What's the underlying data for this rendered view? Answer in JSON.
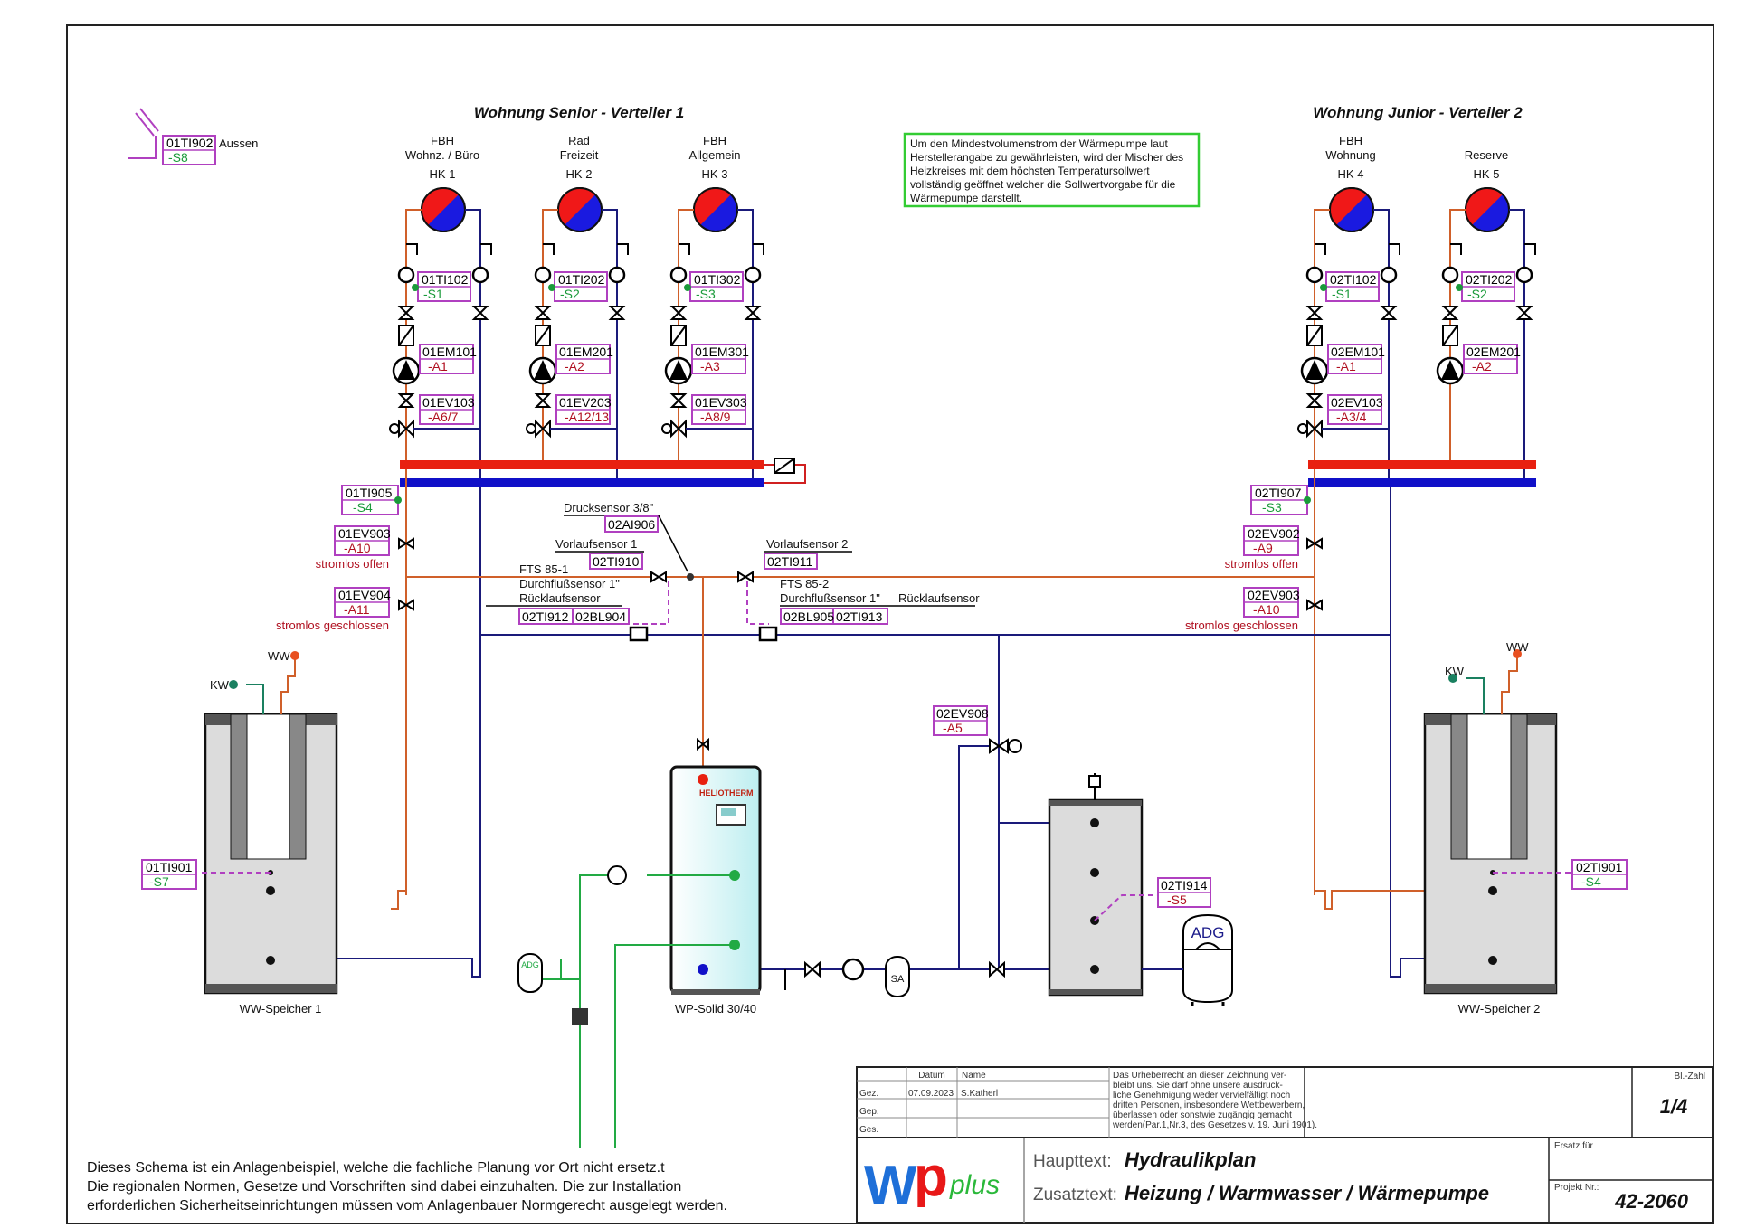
{
  "title_block": {
    "header_datum": "Datum",
    "header_name": "Name",
    "rows": [
      {
        "label": "Gez.",
        "datum": "07.09.2023",
        "name": "S.Katherl"
      },
      {
        "label": "Gep.",
        "datum": "",
        "name": ""
      },
      {
        "label": "Ges.",
        "datum": "",
        "name": ""
      }
    ],
    "copyright_lines": [
      "Das Urheberrecht an dieser Zeichnung ver-",
      "bleibt uns. Sie darf ohne unsere ausdrück-",
      "liche Genehmigung weder vervielfältigt noch",
      "dritten Personen, insbesondere Wettbewerbern,",
      "überlassen oder sonstwie zugängig gemacht",
      "werden(Par.1,Nr.3, des Gesetzes v. 19. Juni 1901)."
    ],
    "sheet_label": "Bl.-Zahl",
    "sheet_value": "1/4",
    "haupttext_label": "Haupttext:",
    "haupttext_value": "Hydraulikplan",
    "zusatztext_label": "Zusatztext:",
    "zusatztext_value": "Heizung / Warmwasser / Wärmepumpe",
    "ersatz_label": "Ersatz für",
    "projekt_label": "Projekt Nr.:",
    "projekt_value": "42-2060",
    "logo": {
      "w": "W",
      "p": "p",
      "plus": "plus",
      "colors": {
        "w": "#1e6fd8",
        "p": "#e81818",
        "plus": "#2ab83a"
      }
    }
  },
  "sections": {
    "senior_title": "Wohnung Senior - Verteiler 1",
    "junior_title": "Wohnung Junior - Verteiler 2"
  },
  "outdoor_sensor": {
    "id": "01TI902",
    "signal": "-S8",
    "label": "Aussen"
  },
  "note_box": [
    "Um den Mindestvolumenstrom der Wärmepumpe laut",
    "Herstellerangabe zu gewährleisten, wird der Mischer des",
    "Heizkreises mit dem höchsten Temperatursollwert",
    "vollständig geöffnet welcher die Sollwertvorgabe für die",
    "Wärmepumpe darstellt."
  ],
  "circuits": [
    {
      "line1": "FBH",
      "line2": "Wohnz. / Büro",
      "hk": "HK 1",
      "ti": "01TI102",
      "s": "-S1",
      "em": "01EM101",
      "a": "-A1",
      "ev": "01EV103",
      "eva": "-A6/7",
      "mixer": true
    },
    {
      "line1": "Rad",
      "line2": "Freizeit",
      "hk": "HK 2",
      "ti": "01TI202",
      "s": "-S2",
      "em": "01EM201",
      "a": "-A2",
      "ev": "01EV203",
      "eva": "-A12/13",
      "mixer": true
    },
    {
      "line1": "FBH",
      "line2": "Allgemein",
      "hk": "HK 3",
      "ti": "01TI302",
      "s": "-S3",
      "em": "01EM301",
      "a": "-A3",
      "ev": "01EV303",
      "eva": "-A8/9",
      "mixer": true
    },
    {
      "line1": "FBH",
      "line2": "Wohnung",
      "hk": "HK 4",
      "ti": "02TI102",
      "s": "-S1",
      "em": "02EM101",
      "a": "-A1",
      "ev": "02EV103",
      "eva": "-A3/4",
      "mixer": true
    },
    {
      "line1": "",
      "line2": "Reserve",
      "hk": "HK 5",
      "ti": "02TI202",
      "s": "-S2",
      "em": "02EM201",
      "a": "-A2",
      "ev": "",
      "eva": "",
      "mixer": false
    }
  ],
  "left_valves": [
    {
      "id": "01TI905",
      "sig": "-S4",
      "kind": "sensor"
    },
    {
      "id": "01EV903",
      "sig": "-A10",
      "note": "stromlos offen"
    },
    {
      "id": "01EV904",
      "sig": "-A11",
      "note": "stromlos geschlossen"
    }
  ],
  "right_valves": [
    {
      "id": "02TI907",
      "sig": "-S3",
      "kind": "sensor"
    },
    {
      "id": "02EV902",
      "sig": "-A9",
      "note": "stromlos offen"
    },
    {
      "id": "02EV903",
      "sig": "-A10",
      "note": "stromlos geschlossen"
    }
  ],
  "center_sensors": {
    "druck_label": "Drucksensor 3/8\"",
    "druck_id": "02AI906",
    "vl1_label": "Vorlaufsensor 1",
    "vl1_id": "02TI910",
    "vl2_label": "Vorlaufsensor 2",
    "vl2_id": "02TI911",
    "fts1_l1": "FTS 85-1",
    "fts1_l2": "Durchflußsensor 1\"",
    "fts1_l3": "Rücklaufsensor",
    "fts1_ids": [
      "02TI912",
      "02BL904"
    ],
    "fts2_l1": "FTS 85-2",
    "fts2_l2": "Durchflußsensor 1\"",
    "fts2_l3": "Rücklaufsensor",
    "fts2_ids": [
      "02BL905",
      "02TI913"
    ]
  },
  "storage_left": {
    "caption": "WW-Speicher 1",
    "id": "01TI901",
    "sig": "-S7",
    "kw": "KW",
    "ww": "WW"
  },
  "storage_right": {
    "caption": "WW-Speicher 2",
    "id": "02TI901",
    "sig": "-S4",
    "kw": "KW",
    "ww": "WW"
  },
  "heatpump": {
    "caption": "WP-Solid 30/40",
    "brand": "HELIOTHERM"
  },
  "buffer": {
    "id": "02TI914",
    "sig": "-S5",
    "adg": "ADG",
    "valve_id": "02EV908",
    "valve_sig": "-A5"
  },
  "small_components": {
    "sa": "SA",
    "adg_small": "ADG"
  },
  "disclaimer": [
    "Dieses Schema ist ein Anlagenbeispiel, welche die fachliche Planung vor Ort nicht ersetz.t",
    "Die regionalen Normen, Gesetze und Vorschriften sind dabei einzuhalten. Die zur Installation",
    "erforderlichen Sicherheitseinrichtungen müssen vom Anlagenbauer Normgerecht ausgelegt werden."
  ],
  "colors": {
    "supply": "#e02010",
    "return": "#1010c0",
    "supply_line": "#d0602a",
    "return_line": "#1a1a7a",
    "tag_border": "#b040c0",
    "signal_green": "#1a9a3a",
    "signal_red": "#b01020",
    "note_border": "#33cc33",
    "drinking": "#1aa040"
  }
}
